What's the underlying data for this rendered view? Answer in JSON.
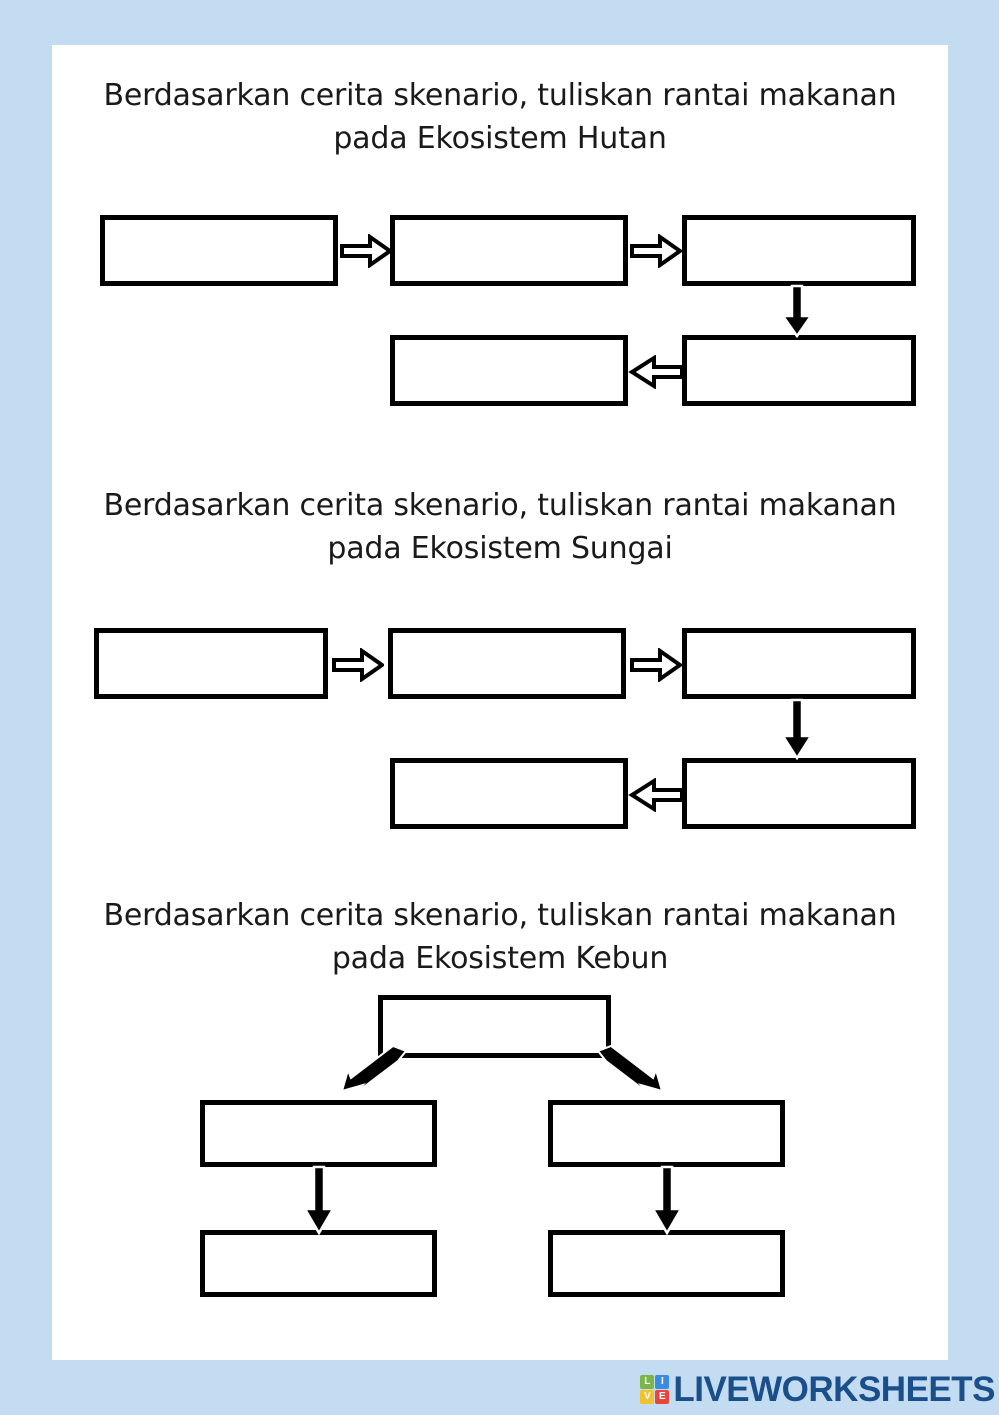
{
  "page": {
    "background_color": "#c3dcf2",
    "sheet_color": "#ffffff"
  },
  "sections": [
    {
      "id": "hutan",
      "heading_line1": "Berdasarkan cerita skenario, tuliskan rantai makanan",
      "heading_line2": "pada Ekosistem Hutan",
      "diagram_type": "food-chain-zigzag",
      "boxes": [
        {
          "id": "hutan-box-1",
          "value": ""
        },
        {
          "id": "hutan-box-2",
          "value": ""
        },
        {
          "id": "hutan-box-3",
          "value": ""
        },
        {
          "id": "hutan-box-4",
          "value": ""
        },
        {
          "id": "hutan-box-5",
          "value": ""
        }
      ]
    },
    {
      "id": "sungai",
      "heading_line1": "Berdasarkan cerita skenario, tuliskan rantai makanan",
      "heading_line2": "pada Ekosistem Sungai",
      "diagram_type": "food-chain-zigzag",
      "boxes": [
        {
          "id": "sungai-box-1",
          "value": ""
        },
        {
          "id": "sungai-box-2",
          "value": ""
        },
        {
          "id": "sungai-box-3",
          "value": ""
        },
        {
          "id": "sungai-box-4",
          "value": ""
        },
        {
          "id": "sungai-box-5",
          "value": ""
        }
      ]
    },
    {
      "id": "kebun",
      "heading_line1": "Berdasarkan cerita skenario, tuliskan rantai makanan",
      "heading_line2": "pada Ekosistem Kebun",
      "diagram_type": "food-chain-branching",
      "boxes": [
        {
          "id": "kebun-box-top",
          "value": ""
        },
        {
          "id": "kebun-box-mid-left",
          "value": ""
        },
        {
          "id": "kebun-box-mid-right",
          "value": ""
        },
        {
          "id": "kebun-box-bottom-left",
          "value": ""
        },
        {
          "id": "kebun-box-bottom-right",
          "value": ""
        }
      ]
    }
  ],
  "footer": {
    "logo_tiles": [
      "L",
      "I",
      "V",
      "E"
    ],
    "wordmark": "LIVEWORKSHEETS",
    "wordmark_color": "#1b4f8a",
    "tile_colors": {
      "L": "#7ab648",
      "I": "#3a8dde",
      "V": "#f2c12e",
      "E": "#e8453c"
    }
  }
}
